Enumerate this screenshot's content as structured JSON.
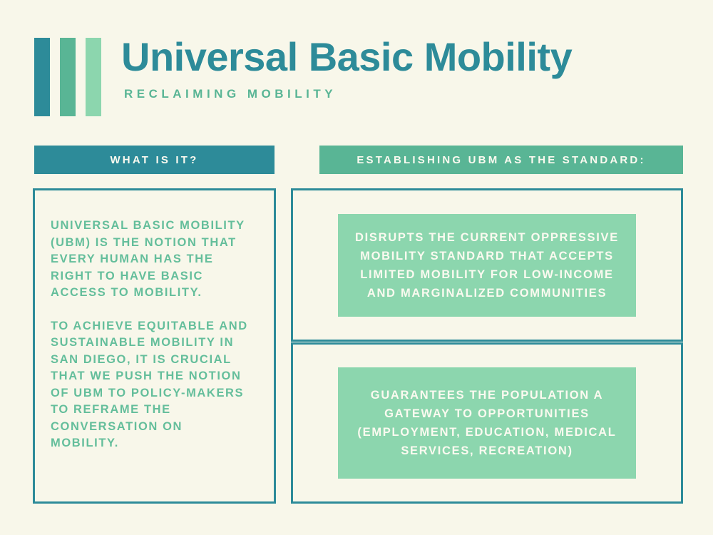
{
  "colors": {
    "background": "#f8f7ea",
    "dark_teal": "#2d8b99",
    "mid_green": "#59b595",
    "light_green": "#8cd6ae",
    "body_text_green": "#64be9b",
    "on_color_text": "#fbfaf0"
  },
  "header": {
    "title": "Universal Basic Mobility",
    "subtitle": "RECLAIMING MOBILITY",
    "logo_bars": [
      {
        "name": "logo-bar-dark",
        "color": "#2d8b99"
      },
      {
        "name": "logo-bar-mid",
        "color": "#59b595"
      },
      {
        "name": "logo-bar-light",
        "color": "#8cd6ae"
      }
    ]
  },
  "sections": {
    "left": {
      "banner_label": "WHAT IS IT?",
      "paragraphs": [
        "UNIVERSAL BASIC MOBILITY (UBM) IS THE NOTION THAT EVERY HUMAN HAS THE RIGHT TO HAVE BASIC ACCESS TO MOBILITY.",
        "TO ACHIEVE EQUITABLE AND SUSTAINABLE MOBILITY IN SAN DIEGO, IT IS CRUCIAL THAT WE PUSH THE NOTION OF UBM TO POLICY-MAKERS TO REFRAME THE CONVERSATION ON MOBILITY."
      ]
    },
    "right": {
      "banner_label": "ESTABLISHING UBM AS THE STANDARD:",
      "cards": [
        "DISRUPTS THE CURRENT OPPRESSIVE MOBILITY STANDARD THAT ACCEPTS LIMITED MOBILITY FOR LOW-INCOME AND MARGINALIZED COMMUNITIES",
        "GUARANTEES THE POPULATION A GATEWAY TO OPPORTUNITIES (EMPLOYMENT, EDUCATION, MEDICAL SERVICES, RECREATION)"
      ]
    }
  }
}
